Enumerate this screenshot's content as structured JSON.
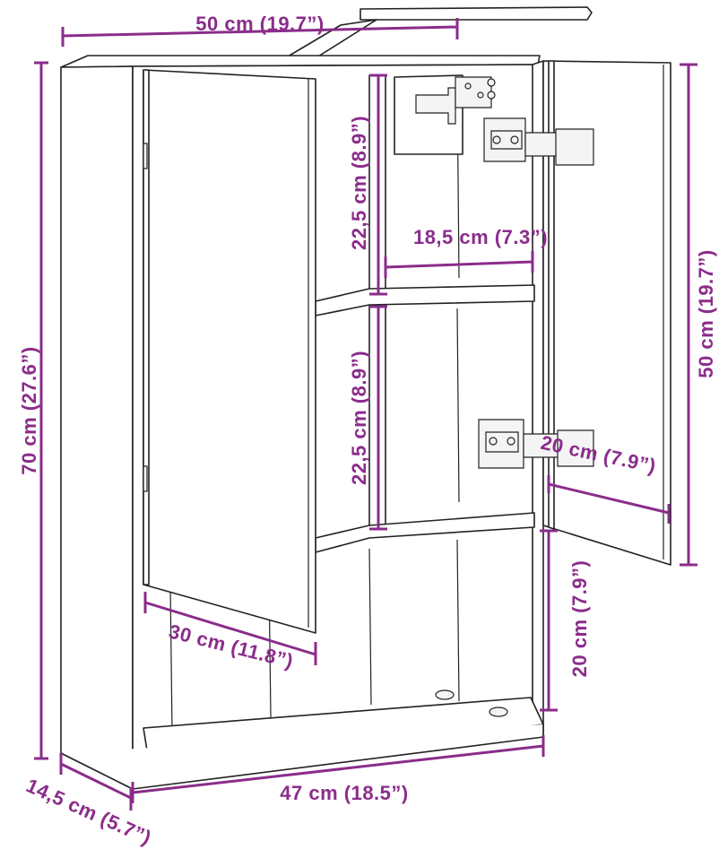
{
  "diagram": {
    "subject": "mirror-cabinet-dimensions",
    "accent_color": "#8b2c8b",
    "outline_color": "#222222",
    "dimensions": {
      "top_width": "50 cm (19.7”)",
      "total_height": "70 cm (27.6”)",
      "upper_compartment_height": "22,5 cm (8.9”)",
      "middle_compartment_height": "22,5 cm (8.9”)",
      "compartment_width": "18,5 cm (7.3”)",
      "door_height": "50 cm (19.7”)",
      "door_width": "20 cm (7.9”)",
      "left_door_width": "30 cm (11.8”)",
      "bottom_shelf_height": "20 cm (7.9”)",
      "depth": "14,5 cm (5.7”)",
      "bottom_width": "47 cm (18.5”)"
    }
  }
}
